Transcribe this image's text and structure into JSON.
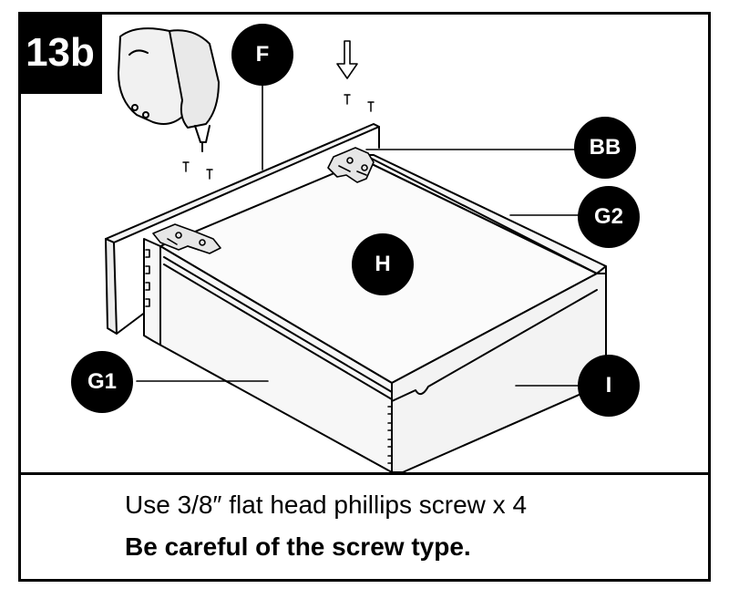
{
  "step": {
    "label": "13b"
  },
  "callouts": {
    "F": "F",
    "BB": "BB",
    "G2": "G2",
    "H": "H",
    "G1": "G1",
    "I": "I"
  },
  "icons": {
    "drill": "drill-icon",
    "arrow": "down-arrow-icon",
    "screws": "screw-icon",
    "hinge": "hinge-bracket-icon"
  },
  "caption": {
    "line1": "Use 3/8″ flat head phillips screw x 4",
    "line2": "Be careful of the screw type."
  }
}
